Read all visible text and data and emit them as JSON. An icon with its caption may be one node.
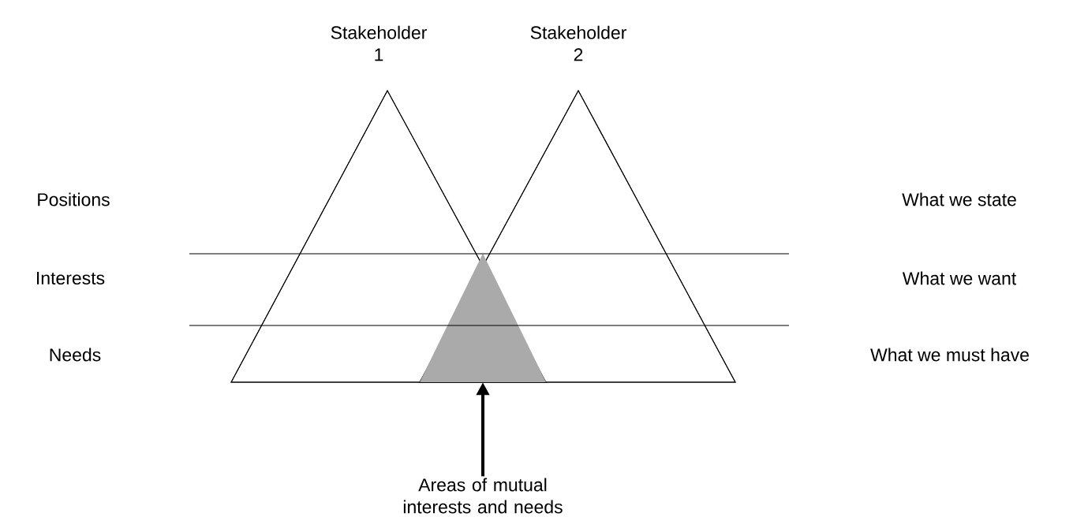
{
  "diagram": {
    "nodes": [
      {
        "text": [
          "Stakeholder 1"
        ]
      },
      {
        "text": [
          "Stakeholder 2"
        ]
      },
      {
        "text": [],
        "shape": "triangle"
      },
      {
        "text": [
          "Areas of mutual interests and needs"
        ]
      }
    ],
    "edges": [
      {
        "from": 3,
        "to": 2,
        "arrow": "to"
      }
    ],
    "labels": [
      "Positions",
      "What we state",
      "Interests",
      "What we want",
      "Needs",
      "What we must have"
    ]
  }
}
